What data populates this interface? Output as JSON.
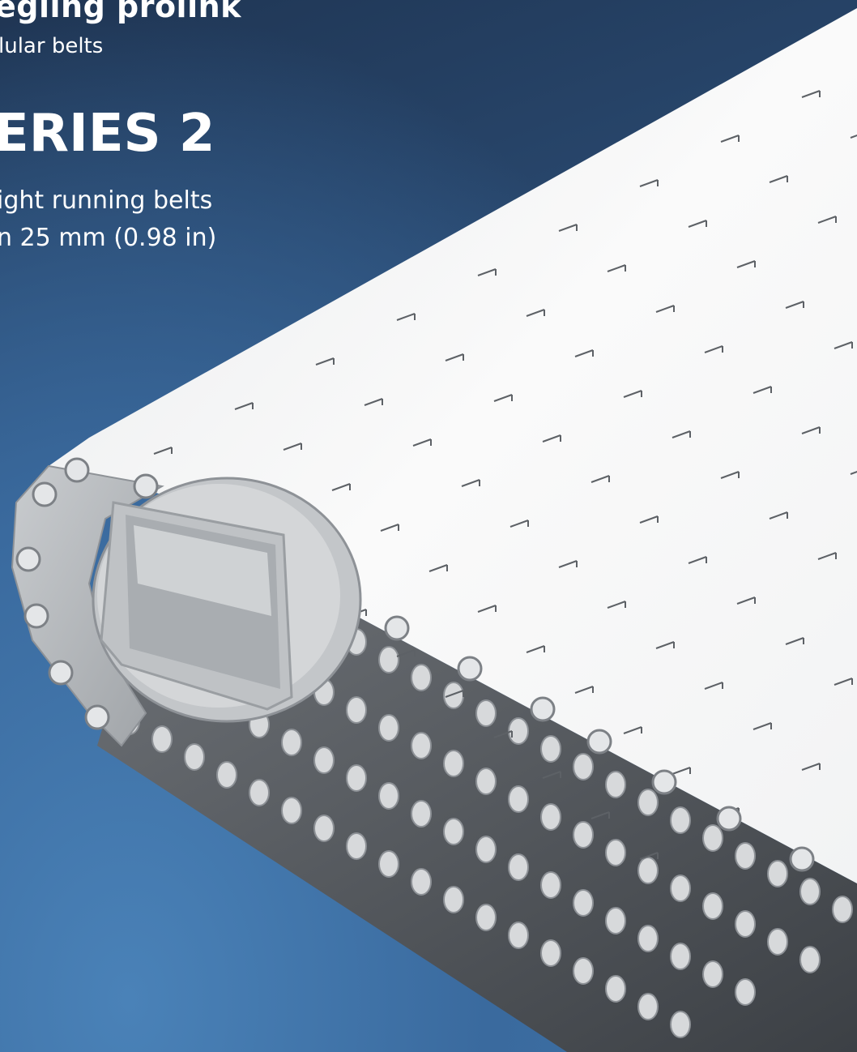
{
  "brand": {
    "name": "egling prolink",
    "subtitle": "lular belts"
  },
  "product": {
    "series": "ERIES 2",
    "tagline_line1": "ight running belts",
    "tagline_line2": "n 25 mm (0.98 in)"
  },
  "colors": {
    "background_dark": "#1f3553",
    "background_light": "#4478ad",
    "belt_white": "#f4f4f4",
    "belt_shadow": "#b9bcbf",
    "text": "#ffffff"
  }
}
